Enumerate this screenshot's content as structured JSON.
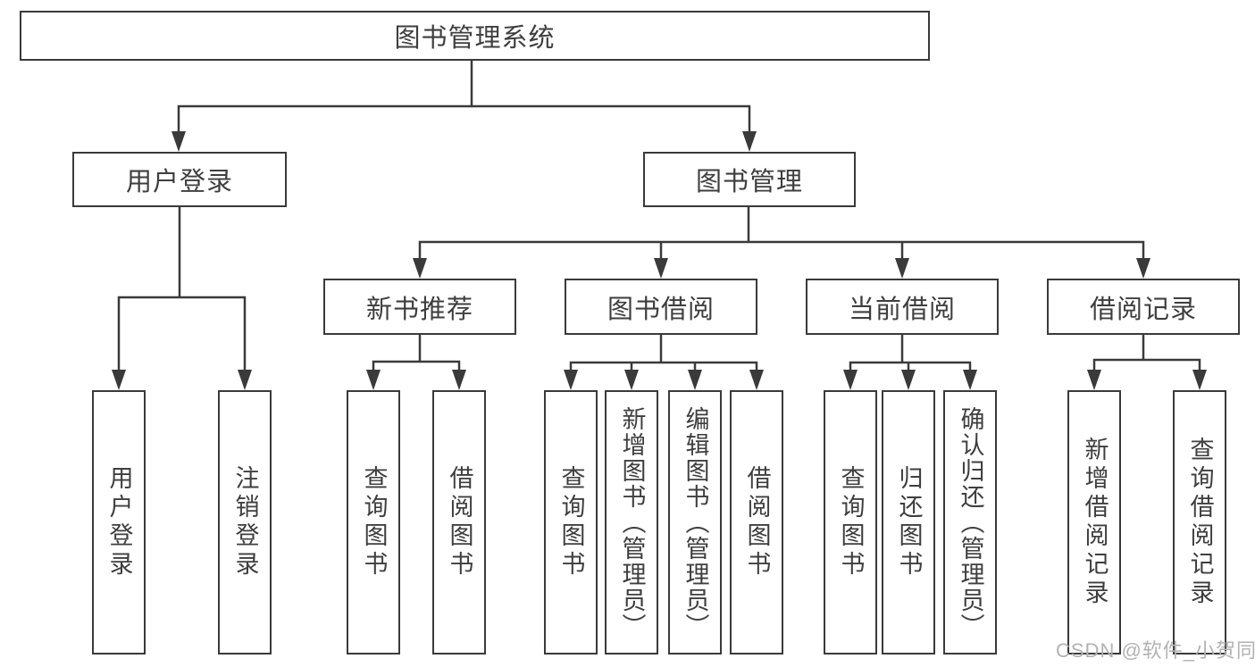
{
  "diagram": {
    "type": "hierarchy-tree",
    "colors": {
      "line": "#3a3a3a",
      "box_border": "#3a3a3a",
      "box_fill": "#ffffff",
      "text": "#3e3e3e",
      "background": "#ffffff",
      "watermark": "#b2b2b2"
    },
    "hierarchy": {
      "图书管理系统": {
        "用户登录": [
          "用户登录",
          "注销登录"
        ],
        "图书管理": {
          "新书推荐": [
            "查询图书",
            "借阅图书"
          ],
          "图书借阅": [
            "查询图书",
            "新增图书（管理员）",
            "编辑图书（管理员）",
            "借阅图书"
          ],
          "当前借阅": [
            "查询图书",
            "归还图书",
            "确认归还（管理员）"
          ],
          "借阅记录": [
            "新增借阅记录",
            "查询借阅记录"
          ]
        }
      }
    }
  },
  "nodes": {
    "root": {
      "label": "图书管理系统"
    },
    "user_login": {
      "label": "用户登录"
    },
    "book_mgmt": {
      "label": "图书管理"
    },
    "new_book_rec": {
      "label": "新书推荐"
    },
    "book_borrow": {
      "label": "图书借阅"
    },
    "current_borrow": {
      "label": "当前借阅"
    },
    "borrow_record": {
      "label": "借阅记录"
    },
    "ul_login": {
      "label": "用户登录"
    },
    "ul_logout": {
      "label": "注销登录"
    },
    "nb_query": {
      "label": "查询图书"
    },
    "nb_borrow": {
      "label": "借阅图书"
    },
    "bb_query": {
      "label": "查询图书"
    },
    "bb_add": {
      "label": "新增图书（管理员）"
    },
    "bb_edit": {
      "label": "编辑图书（管理员）"
    },
    "bb_borrow": {
      "label": "借阅图书"
    },
    "cb_query": {
      "label": "查询图书"
    },
    "cb_return": {
      "label": "归还图书"
    },
    "cb_confirm": {
      "label": "确认归还（管理员）"
    },
    "br_add": {
      "label": "新增借阅记录"
    },
    "br_query": {
      "label": "查询借阅记录"
    }
  },
  "watermark": "CSDN @软件_小贺同学"
}
